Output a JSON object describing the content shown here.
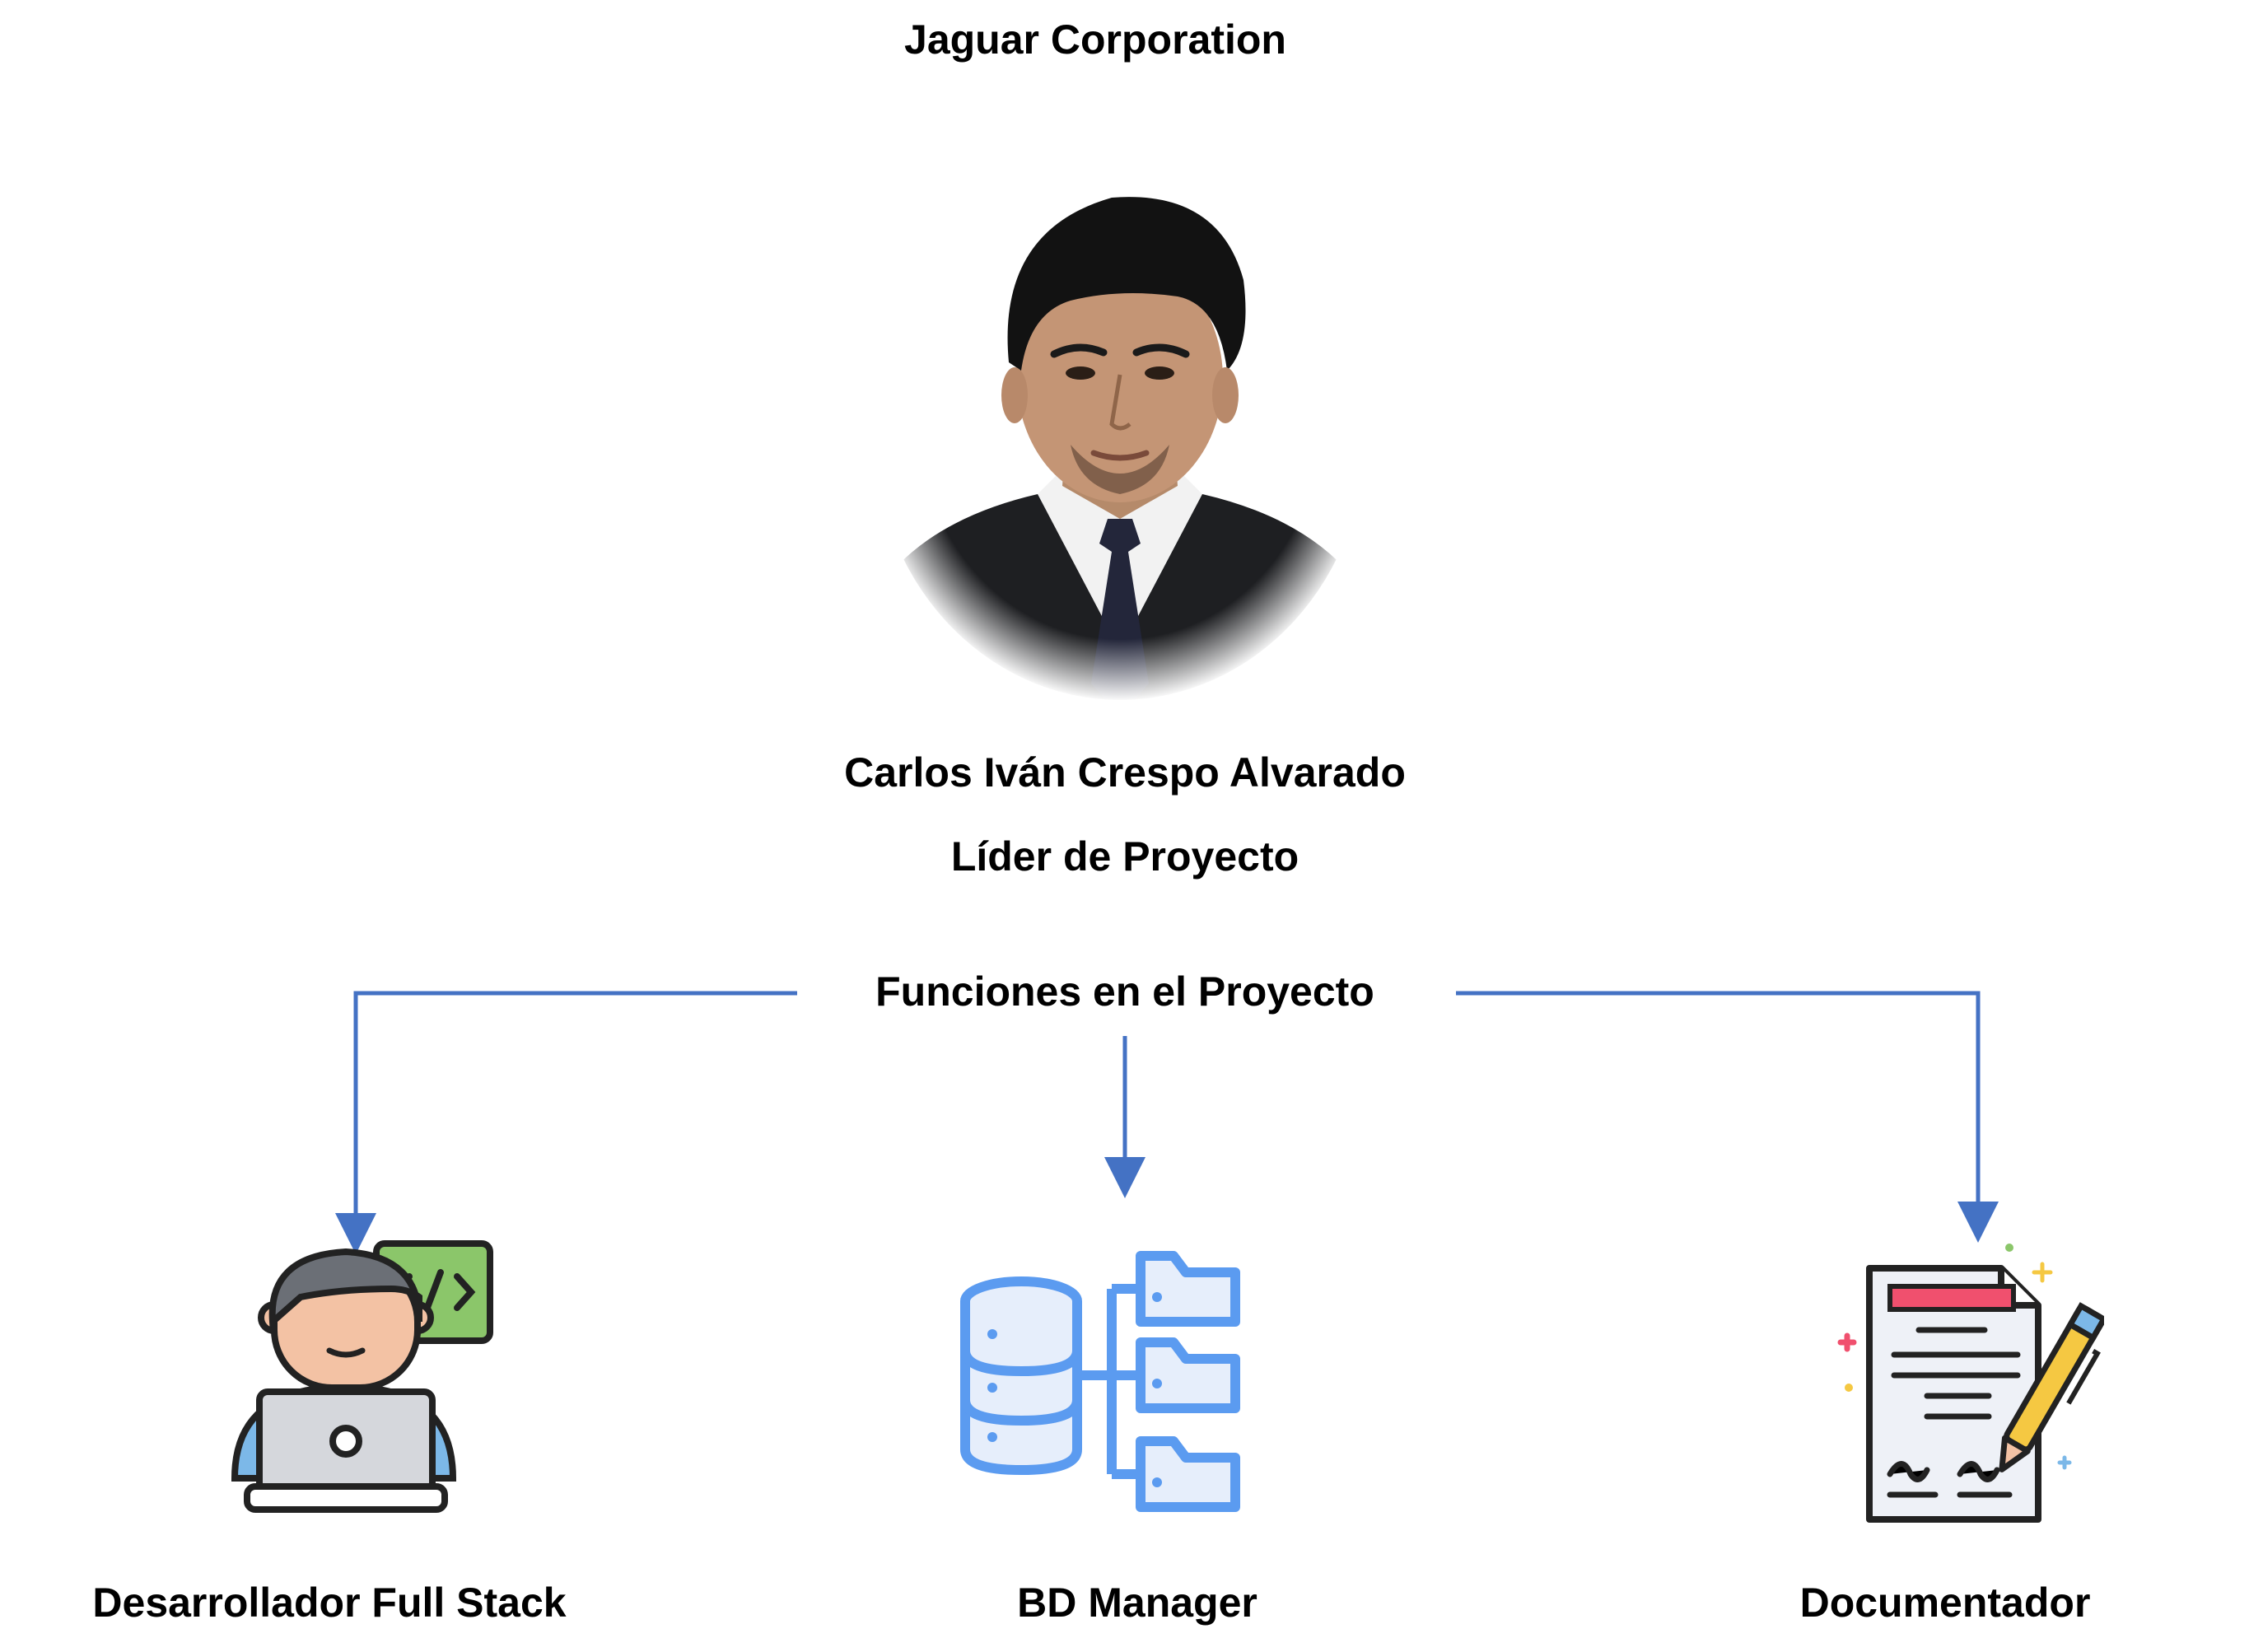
{
  "org": {
    "title": "Jaguar Corporation"
  },
  "leader": {
    "name": "Carlos Iván Crespo Alvarado",
    "role": "Líder de Proyecto"
  },
  "functions": {
    "heading": "Funciones en el Proyecto",
    "items": [
      {
        "label": "Desarrollador Full Stack",
        "icon": "developer-icon"
      },
      {
        "label": "BD Manager",
        "icon": "database-icon"
      },
      {
        "label": "Documentador",
        "icon": "document-icon"
      }
    ]
  },
  "colors": {
    "connector": "#4472C4",
    "db_blue": "#5B9BF0",
    "db_light": "#E6EEFB",
    "code_green": "#8BC66A",
    "shirt_blue": "#7CB8E8",
    "doc_red": "#F0506E",
    "pen_yellow": "#F5C842"
  }
}
